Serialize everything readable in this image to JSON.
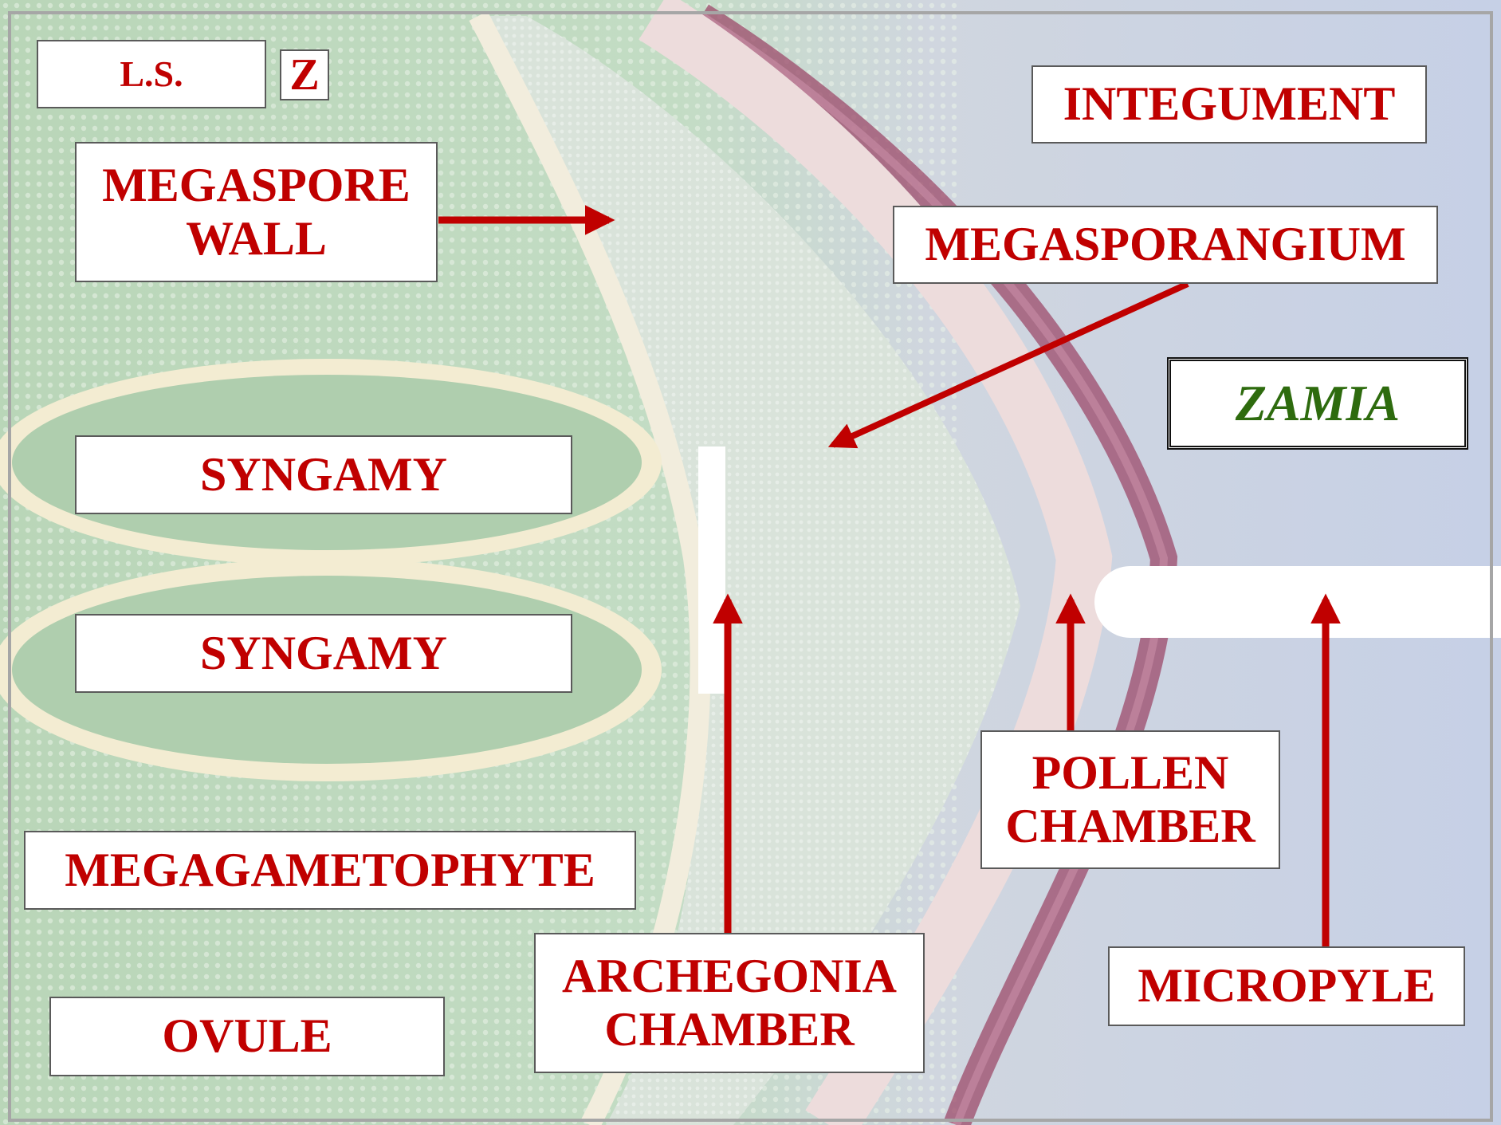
{
  "labels": {
    "ls": "L.S.",
    "z": "Z",
    "megaspore_wall": [
      "MEGASPORE",
      "WALL"
    ],
    "integument": "INTEGUMENT",
    "megasporangium": "MEGASPORANGIUM",
    "genus": "ZAMIA",
    "syngamy_top": "SYNGAMY",
    "syngamy_bottom": "SYNGAMY",
    "pollen_chamber": [
      "POLLEN",
      "CHAMBER"
    ],
    "megagametophyte": "MEGAGAMETOPHYTE",
    "archegonia_chamber": [
      "ARCHEGONIA",
      "CHAMBER"
    ],
    "micropyle": "MICROPYLE",
    "ovule": "OVULE"
  },
  "colors": {
    "label_text": "#c00000",
    "arrow": "#c00000",
    "genus_text": "#2e6b0e",
    "label_bg": "#ffffff"
  }
}
